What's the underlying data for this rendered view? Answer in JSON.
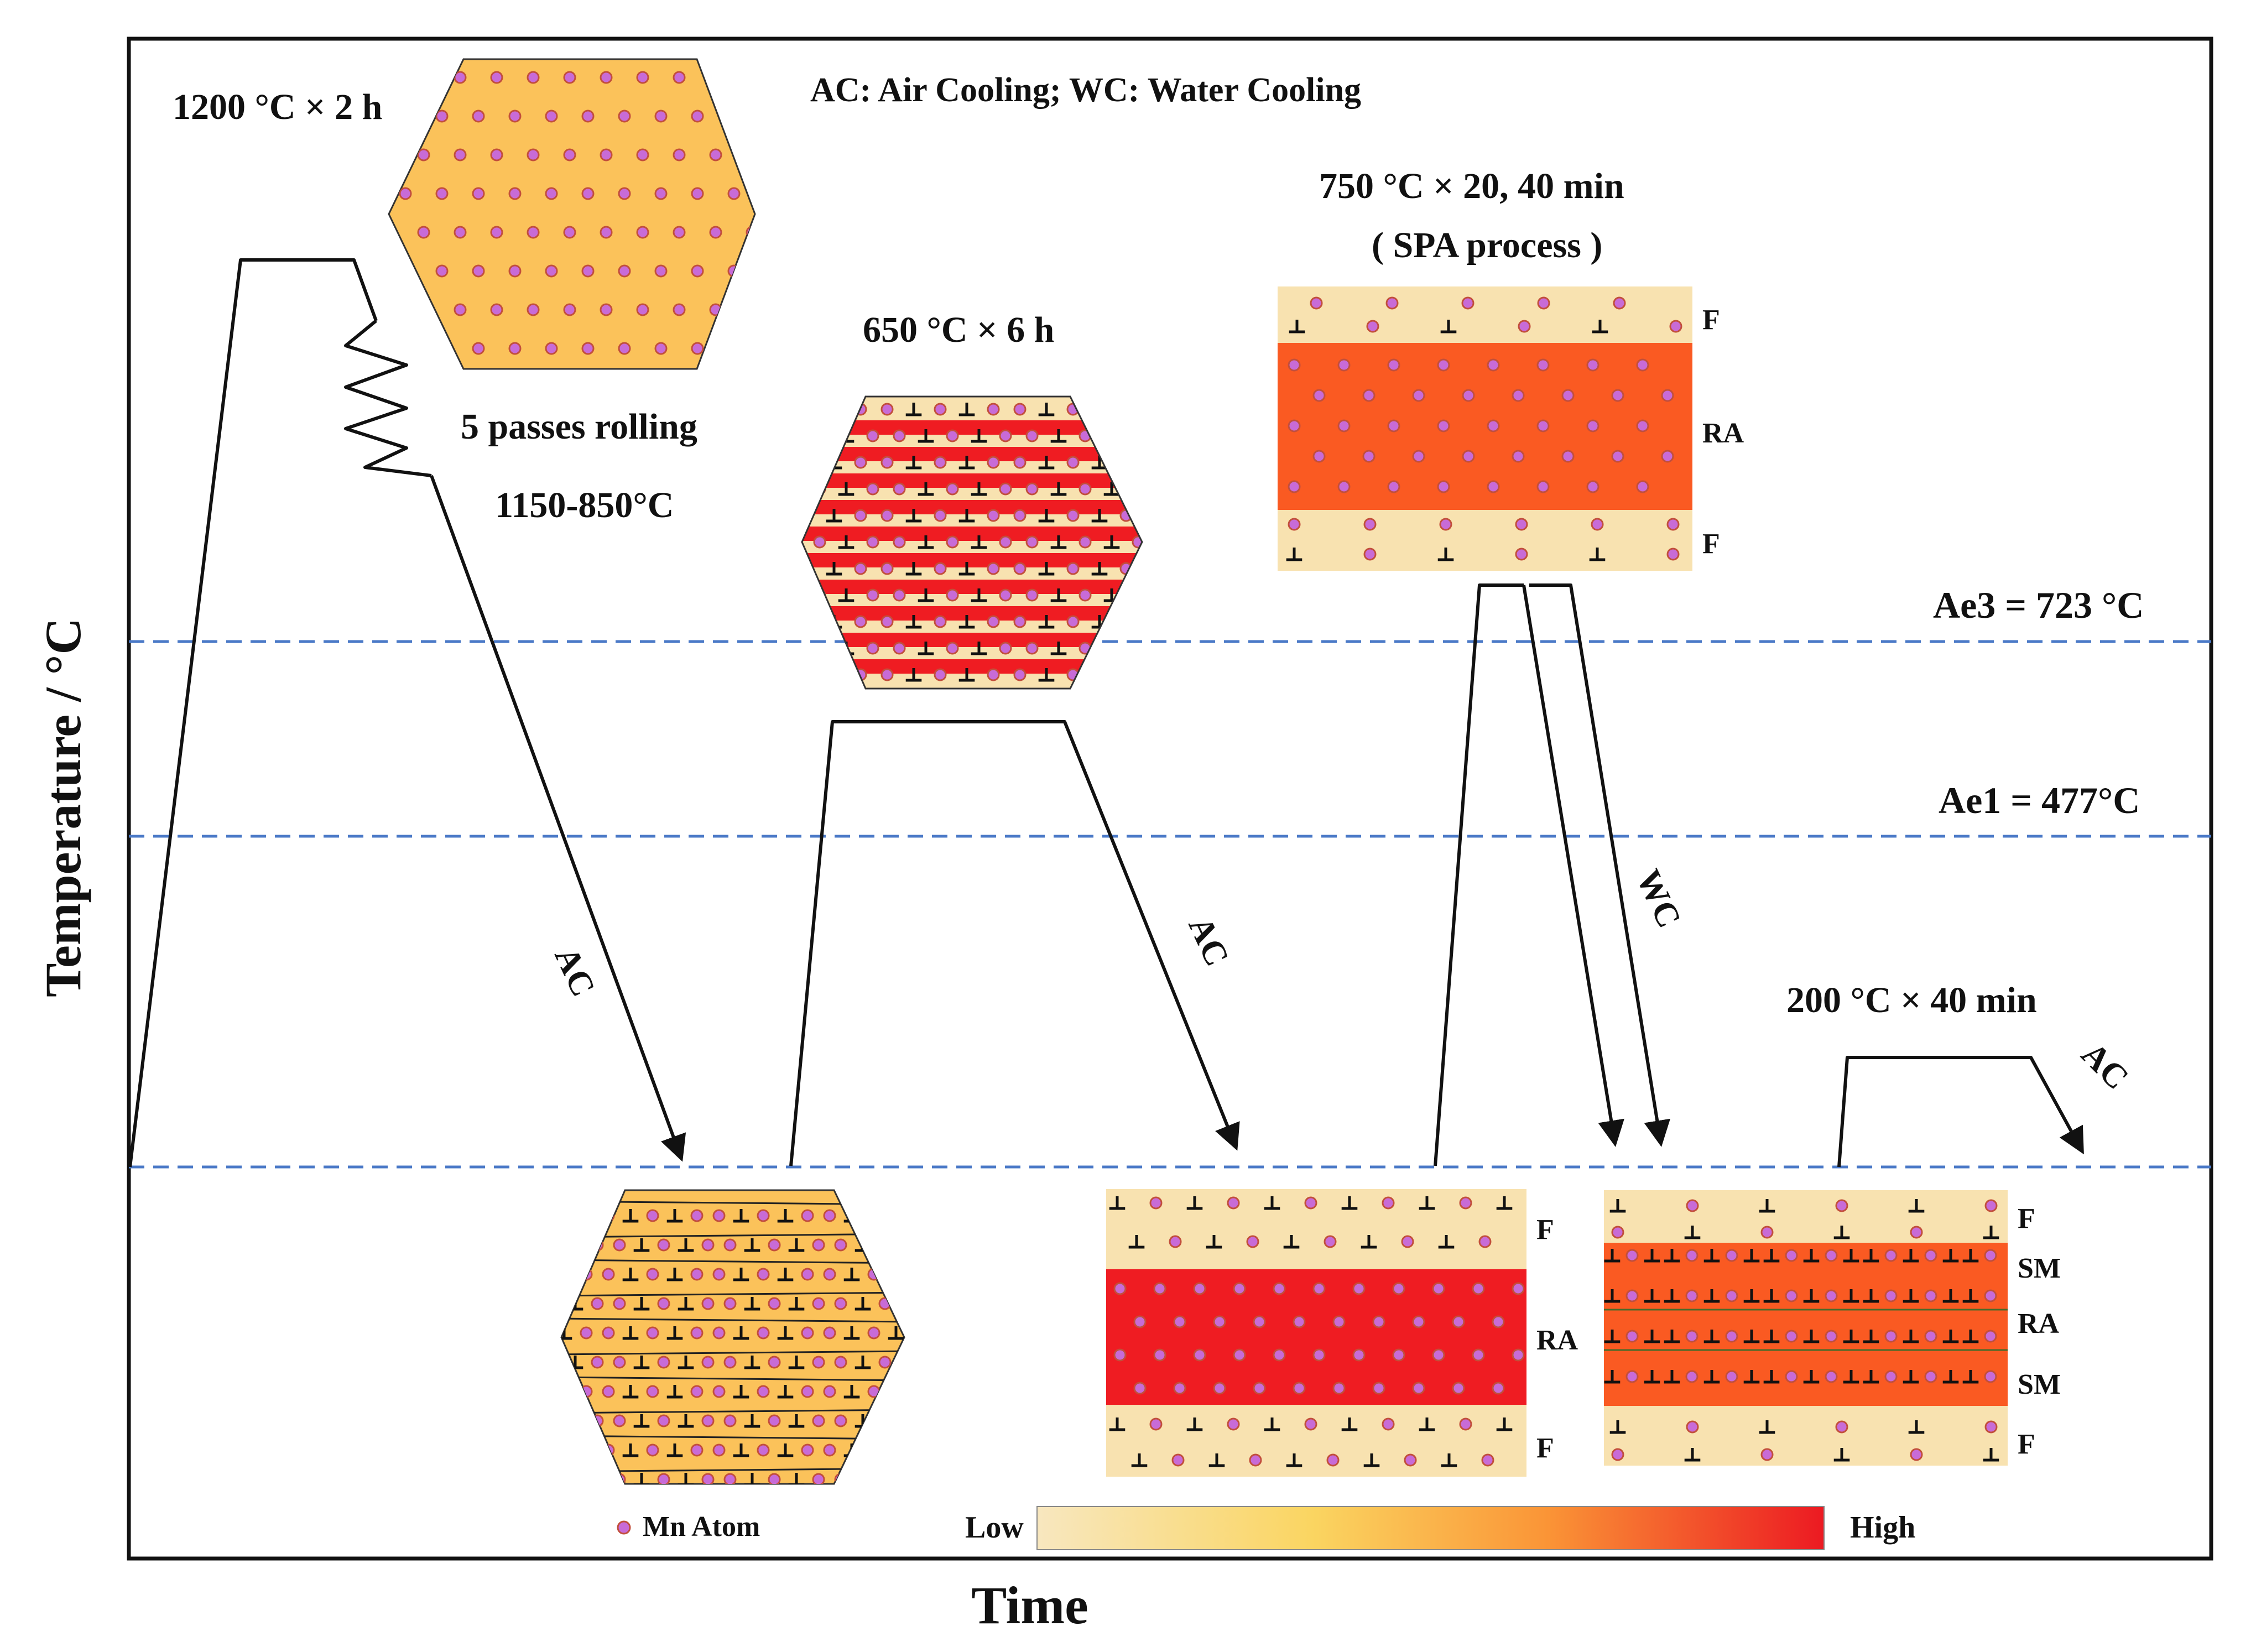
{
  "legend_note": "AC: Air Cooling; WC: Water Cooling",
  "axes": {
    "ylabel": "Temperature / °C",
    "xlabel": "Time"
  },
  "reference_lines": {
    "ae3": "Ae3 = 723 °C",
    "ae1": "Ae1 = 477°C"
  },
  "steps": {
    "homogenization": "1200 °C × 2 h",
    "rolling_passes": "5 passes rolling",
    "rolling_range": "1150-850°C",
    "anneal_650": "650 °C × 6 h",
    "spa_temp": "750 °C × 20, 40 min",
    "spa_name": "( SPA process )",
    "temper": "200 °C × 40 min"
  },
  "cooling_labels": {
    "ac": "AC",
    "wc": "WC"
  },
  "phase_labels": {
    "f": "F",
    "ra": "RA",
    "sm": "SM"
  },
  "scale_legend": {
    "atom": "Mn Atom",
    "low": "Low",
    "high": "High"
  },
  "colors": {
    "parent": "#fbc25a",
    "ferrite": "#f8e2b0",
    "ra_high": "#ef1c22",
    "ra_spa": "#fa5a22",
    "atom_fill": "#c86bd7",
    "atom_edge": "#c24f3c",
    "dashed": "#4a79c7"
  },
  "icons": [
    "mn-atom-icon",
    "dislocation-icon"
  ]
}
